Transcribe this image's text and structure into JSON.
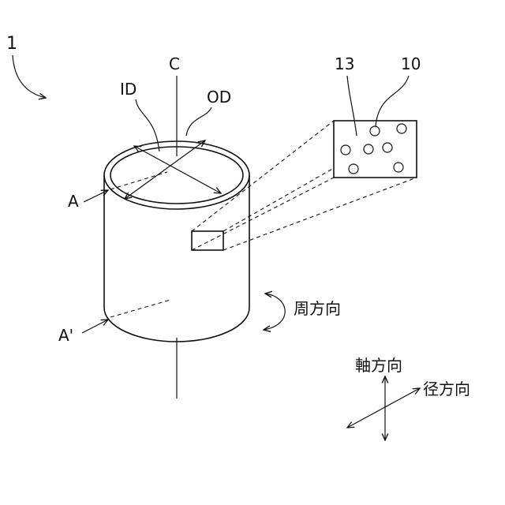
{
  "labels": {
    "ref_main": "1",
    "center": "C",
    "inner_diameter": "ID",
    "outer_diameter": "OD",
    "ref_matrix": "13",
    "ref_particle": "10",
    "section_a": "A",
    "section_a_prime": "A'",
    "circumferential": "周方向",
    "axial": "軸方向",
    "radial": "径方向"
  }
}
